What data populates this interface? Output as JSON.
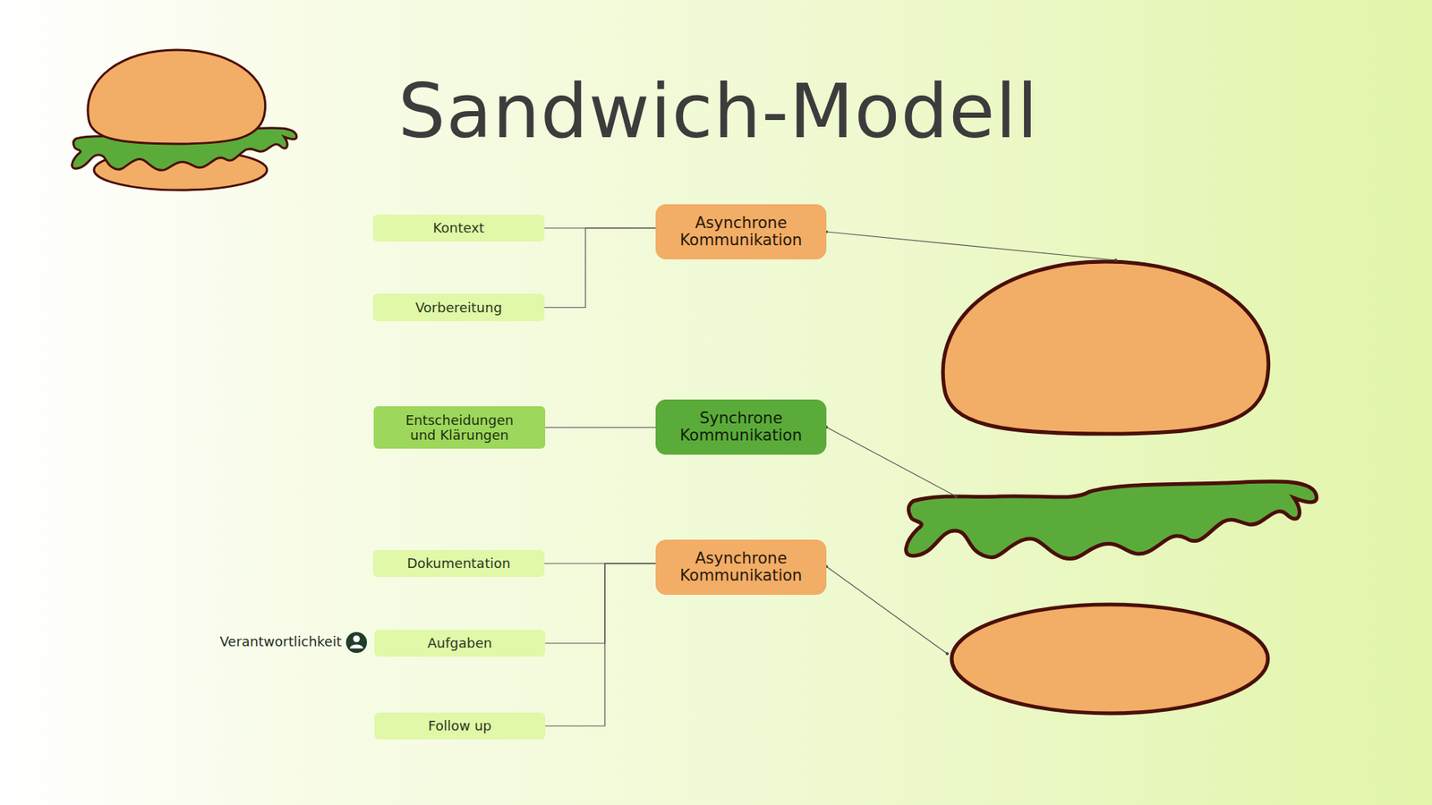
{
  "diagram": {
    "title": "Sandwich-Modell",
    "nodes": [
      {
        "text": [
          "Kontext"
        ]
      },
      {
        "text": [
          "Asynchrone Kommunikation"
        ]
      },
      {
        "text": [
          "Vorbereitung"
        ]
      },
      {
        "text": [
          "Entscheidungen und Klärungen"
        ]
      },
      {
        "text": [
          "Synchrone Kommunikation"
        ]
      },
      {
        "text": [
          "Dokumentation"
        ]
      },
      {
        "text": [
          "Asynchrone Kommunikation"
        ]
      },
      {
        "text": [
          "Aufgaben"
        ]
      },
      {
        "text": [
          "Follow up"
        ]
      }
    ],
    "edges": [
      {
        "from": 0,
        "to": 1,
        "arrow": "none"
      },
      {
        "from": 2,
        "to": 1,
        "arrow": "none"
      },
      {
        "from": 3,
        "to": 4,
        "arrow": "none"
      },
      {
        "from": 5,
        "to": 6,
        "arrow": "none"
      },
      {
        "from": 7,
        "to": 6,
        "arrow": "none"
      },
      {
        "from": 8,
        "to": 6,
        "arrow": "none"
      }
    ],
    "labels": [
      "Verantwortlichkeit"
    ]
  }
}
